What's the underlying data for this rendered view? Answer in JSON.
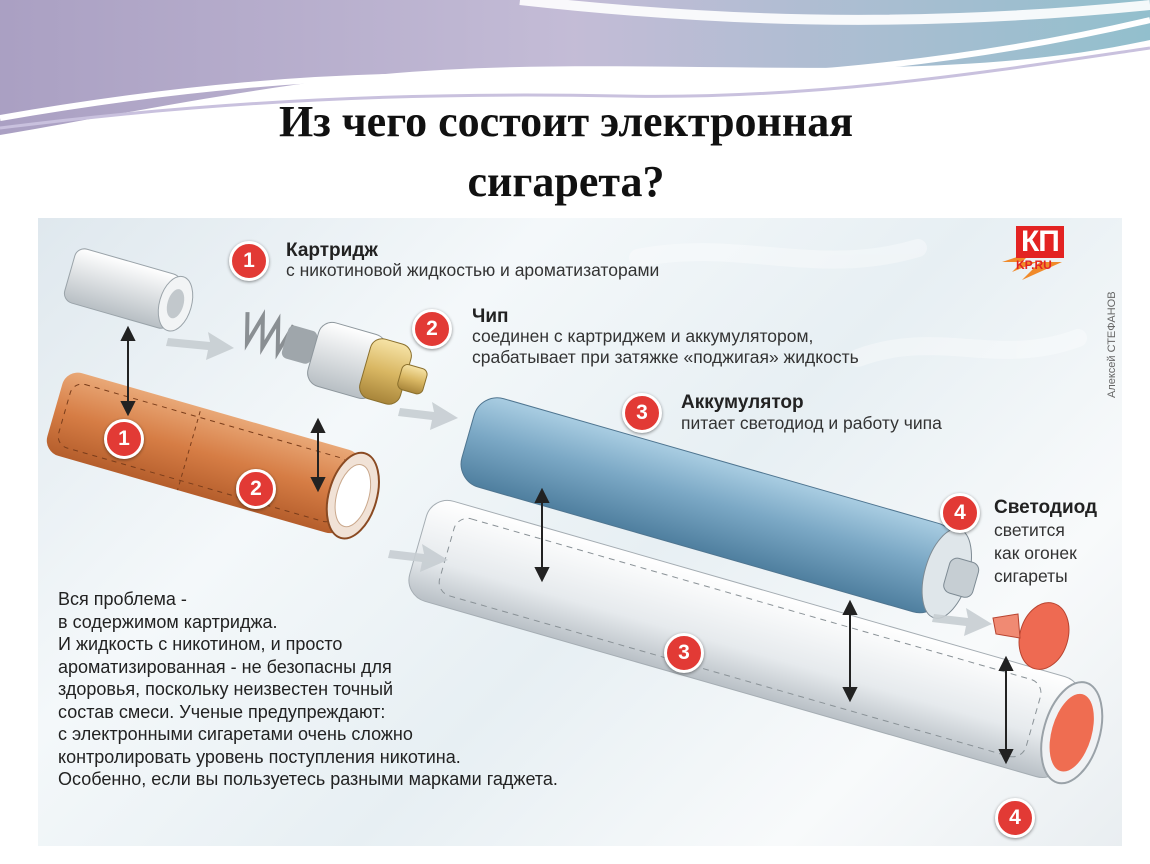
{
  "title": {
    "line1": "Из чего состоит электронная",
    "line2": "сигарета?"
  },
  "logo": {
    "brand": "КП",
    "site": "KP.RU"
  },
  "credit": "Алексей СТЕФАНОВ",
  "components": [
    {
      "number": "1",
      "name": "Картридж",
      "description": [
        "с никотиновой жидкостью и ароматизаторами"
      ]
    },
    {
      "number": "2",
      "name": "Чип",
      "description": [
        "соединен с картриджем и аккумулятором,",
        "срабатывает при затяжке  «поджигая» жидкость"
      ]
    },
    {
      "number": "3",
      "name": "Аккумулятор",
      "description": [
        "питает светодиод и работу чипа"
      ]
    },
    {
      "number": "4",
      "name": "Светодиод",
      "description": [
        "светится",
        "как огонек",
        "сигареты"
      ]
    }
  ],
  "note": "Вся проблема -\nв содержимом картриджа.\nИ жидкость с никотином, и просто\nароматизированная - не безопасны для\nздоровья, поскольку неизвестен точный\nсостав смеси. Ученые предупреждают:\nс электронными сигаретами очень сложно\nконтролировать уровень поступления никотина.\nОсобенно, если вы пользуетесь разными марками гаджета.",
  "colors": {
    "badge": "#e23a35",
    "cartridge": "#d8844f",
    "battery": "#7faac6",
    "tube": "#e8ecef",
    "led": "#ee6a52"
  }
}
